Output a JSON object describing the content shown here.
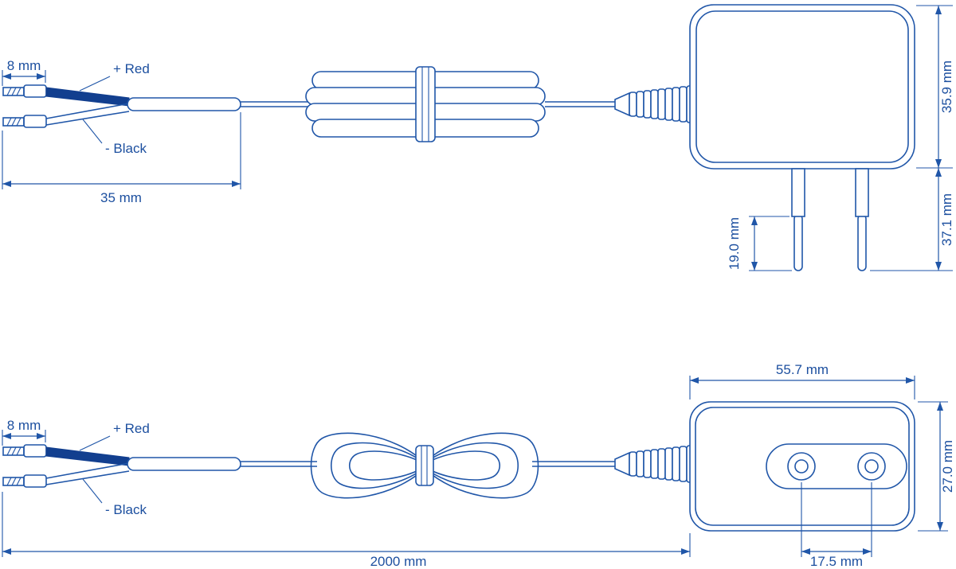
{
  "title": "Power adapter dimensional drawing",
  "colors": {
    "line": "#2056a8",
    "wire": "#123f8f",
    "text": "#1c4f9f",
    "bg": "#ffffff"
  },
  "side_view": {
    "dim_tip": "8 mm",
    "label_red": "+ Red",
    "label_black": "- Black",
    "dim_lead": "35 mm",
    "dim_body_height": "35.9 mm",
    "dim_overall_height": "37.1 mm",
    "dim_pin_length": "19.0 mm"
  },
  "front_view": {
    "dim_tip": "8 mm",
    "label_red": "+ Red",
    "label_black": "- Black",
    "dim_body_width": "55.7 mm",
    "dim_body_height": "27.0 mm",
    "dim_cable_length": "2000 mm",
    "dim_pin_spacing": "17.5 mm"
  }
}
